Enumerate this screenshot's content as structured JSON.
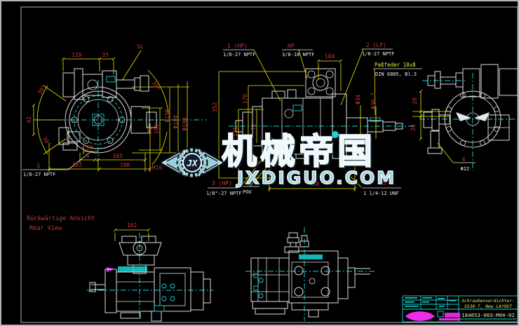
{
  "watermark": {
    "initials": "JX",
    "brand": "机械帝国",
    "site": "JXDIGUO.COM"
  },
  "front_view": {
    "dim_129": "129",
    "dim_35": "35",
    "label_sl": "SL",
    "angle_left_top": "30°",
    "angle_left_bottom": "30°",
    "angle_right": "30°",
    "angle_20": "20°",
    "dim_42": "42",
    "dim_106": "106",
    "dia_156": "Φ156",
    "dia_180": "Φ180",
    "dia_190": "Φ190",
    "dim_60": "60",
    "dim_5": "5",
    "dim_165": "165",
    "dim_182": "182",
    "dim_198": "198",
    "port_g": "G",
    "port_g_thread": "1/8-27 NPTF",
    "label_m10": "M10"
  },
  "side_view": {
    "port1": "1 (HP)",
    "port1_thread": "1/8-27 NPTF",
    "hp": "HP",
    "hp_thread": "3/8-18 NPTF",
    "dim_104": "104",
    "port2": "2 (LP)",
    "port2_thread": "1/8-27 NPTF",
    "key": "Paßfeder 10x8",
    "key_std": "DIN 6885, Bl.3",
    "dim_352": "352",
    "dim_176": "176",
    "dim_121": "121",
    "dim_72": "72",
    "dia_34": "Φ34",
    "dia_36_2": "Φ36.2",
    "port3": "3 (HP)",
    "port3_thread": "1/8\"-27 NPTF",
    "label_pou": "POU",
    "dim_400": "400",
    "port5": "5",
    "port5_thread": "1 1/4-12 UNF"
  },
  "rear_view": {
    "dim_20": "20",
    "dim_28": "28",
    "label_4": "4",
    "dia_22": "Φ22"
  },
  "notes": {
    "rear_de": "Rückwärtige Ansicht",
    "rear_en": "Rear View"
  },
  "bottom_view": {
    "dim_162": "162"
  },
  "title_block": {
    "desc_line1": "Schraubenverdichter-",
    "desc_line2": "SS30-T, New LAYOUT",
    "part_number": "184053-003-M04-02"
  },
  "colors": {
    "background": "#000000",
    "line": "#dedede",
    "dim_line": "#e9e900",
    "dim_text": "#c93838",
    "accent": "#14d6d6",
    "magenta": "#ee2cee",
    "watermark_fill": "#9cd0da"
  }
}
